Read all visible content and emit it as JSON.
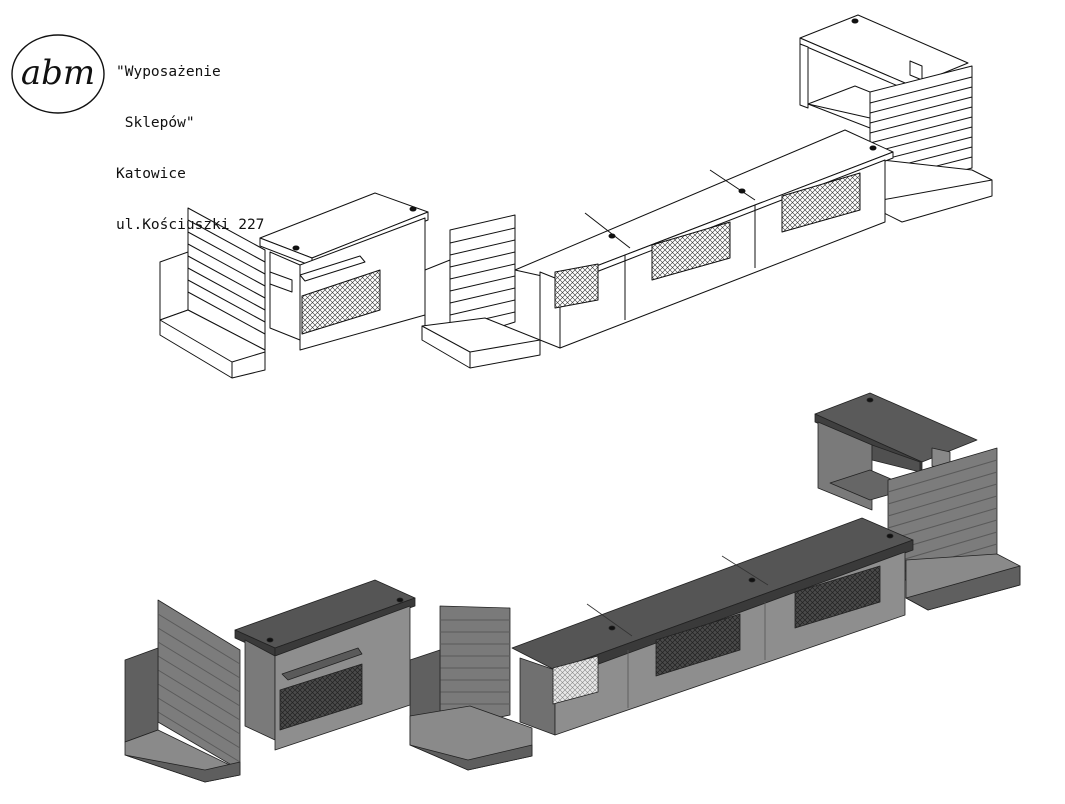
{
  "header": {
    "logo_text": "abm",
    "company_lines": [
      "\"Wyposażenie",
      " Sklepów\"",
      "Katowice",
      "ul.Kościuszki 227"
    ]
  },
  "views": [
    {
      "name": "line-drawing",
      "style": "outline"
    },
    {
      "name": "shaded-render",
      "style": "shaded"
    }
  ],
  "colors": {
    "line": "#111111",
    "paper": "#ffffff",
    "shade_top": "#595959",
    "shade_front": "#8c8c8c",
    "shade_side": "#6f6f6f",
    "shade_slat": "#7a7a7a",
    "mesh": "#d8d8d8"
  }
}
